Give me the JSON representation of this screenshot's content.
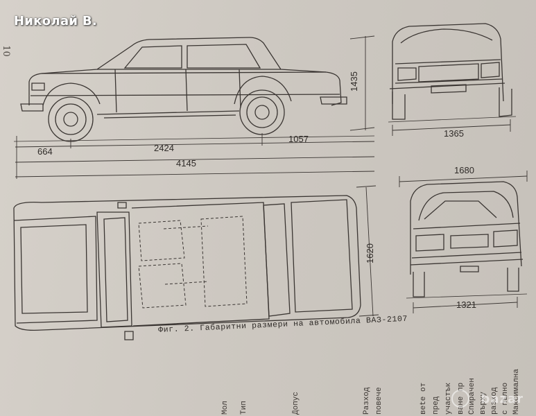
{
  "watermark_user": "Николай В.",
  "page_number": "10",
  "dimensions": {
    "overhang_front": "664",
    "wheelbase": "2424",
    "overhang_rear": "1057",
    "overall_length": "4145",
    "overall_height": "1435",
    "front_track": "1365",
    "overall_width": "1680",
    "body_width": "1620",
    "rear_track": "1321"
  },
  "caption": "Фиг. 2. Габаритни размери на автомобила ВАЗ-2107",
  "text_columns": [
    "Мол",
    "Тип",
    "Допус",
    "Разход",
    "повече"
  ],
  "text_columns_right": [
    "Максимална",
    "с пълно",
    "разход",
    "върху",
    "Спирачен",
    "вaне пр",
    "участък",
    "пред",
    "веtе от"
  ],
  "brand_watermark": "bazar"
}
